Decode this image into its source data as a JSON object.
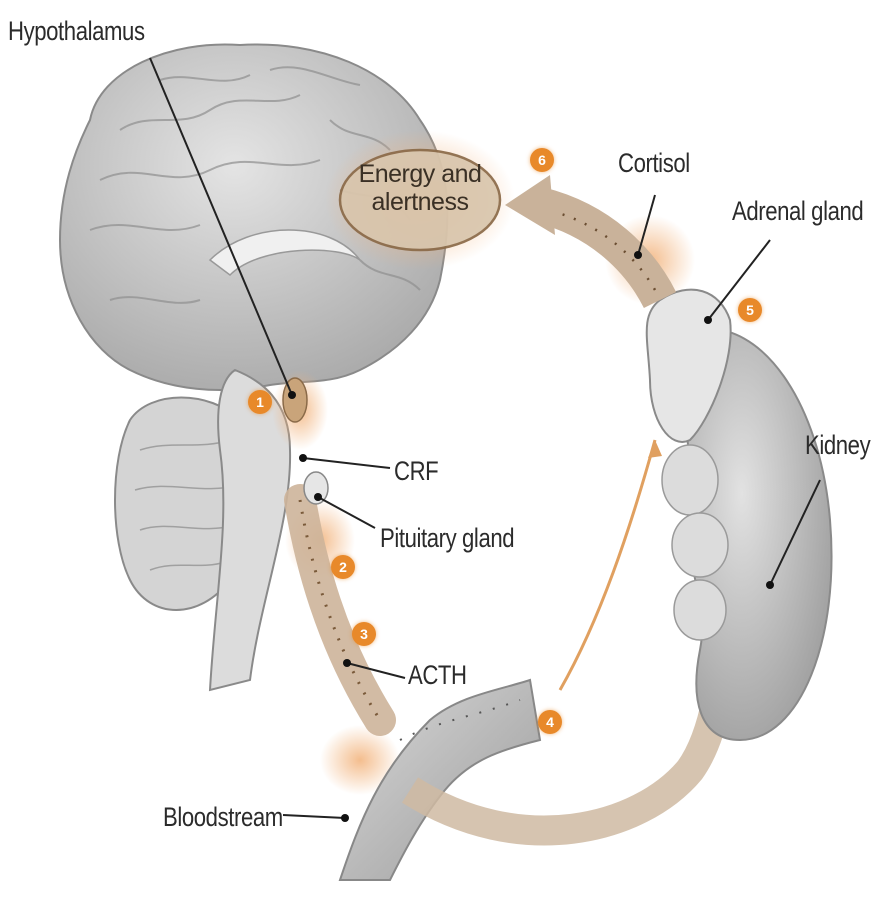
{
  "labels": {
    "hypothalamus": "Hypothalamus",
    "cortisol": "Cortisol",
    "adrenal_gland": "Adrenal gland",
    "kidney": "Kidney",
    "crf": "CRF",
    "pituitary_gland": "Pituitary gland",
    "acth": "ACTH",
    "bloodstream": "Bloodstream",
    "energy_line1": "Energy and",
    "energy_line2": "alertness"
  },
  "steps": [
    "1",
    "2",
    "3",
    "4",
    "5",
    "6"
  ],
  "colors": {
    "badge": "#e8892a",
    "flow": "#cdb8a0",
    "glow": "#f2b27a",
    "organ": "#c9c9c9"
  }
}
